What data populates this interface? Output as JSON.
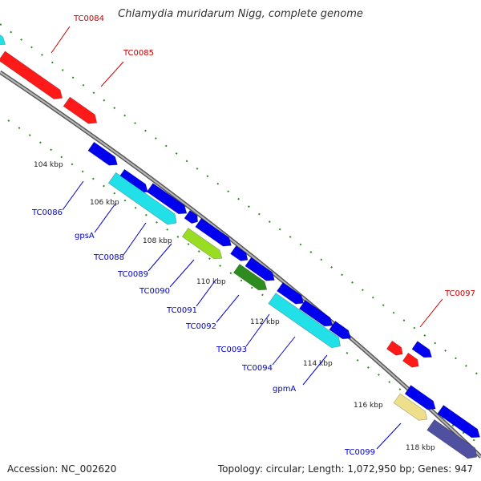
{
  "title": "Chlamydia muridarum Nigg, complete genome",
  "footer": {
    "accession": "Accession: NC_002620",
    "summary": "Topology: circular; Length: 1,072,950 bp; Genes: 947"
  },
  "colors": {
    "backbone": "#8c8c8c",
    "tick": "#2e8b1e",
    "red_label": "#cc0000",
    "blue_label": "#0000cc",
    "red_feature": "#ff1a1a",
    "blue_feature": "#0000ee",
    "cyan_feature": "#22e0e8",
    "green_feature": "#2e8b1e",
    "lime_feature": "#99dd22",
    "khaki_feature": "#eee08a",
    "slate_feature": "#5050a0"
  },
  "kbp_labels": [
    "104 kbp",
    "106 kbp",
    "108 kbp",
    "110 kbp",
    "112 kbp",
    "114 kbp",
    "116 kbp",
    "118 kbp"
  ],
  "gene_labels": [
    {
      "text": "TC0084",
      "color": "red"
    },
    {
      "text": "TC0085",
      "color": "red"
    },
    {
      "text": "TC0086",
      "color": "blue"
    },
    {
      "text": "gpsA",
      "color": "blue"
    },
    {
      "text": "TC0088",
      "color": "blue"
    },
    {
      "text": "TC0089",
      "color": "blue"
    },
    {
      "text": "TC0090",
      "color": "blue"
    },
    {
      "text": "TC0091",
      "color": "blue"
    },
    {
      "text": "TC0092",
      "color": "blue"
    },
    {
      "text": "TC0093",
      "color": "blue"
    },
    {
      "text": "TC0094",
      "color": "blue"
    },
    {
      "text": "gpmA",
      "color": "blue"
    },
    {
      "text": "TC0097",
      "color": "red"
    },
    {
      "text": "TC0099",
      "color": "blue"
    }
  ]
}
